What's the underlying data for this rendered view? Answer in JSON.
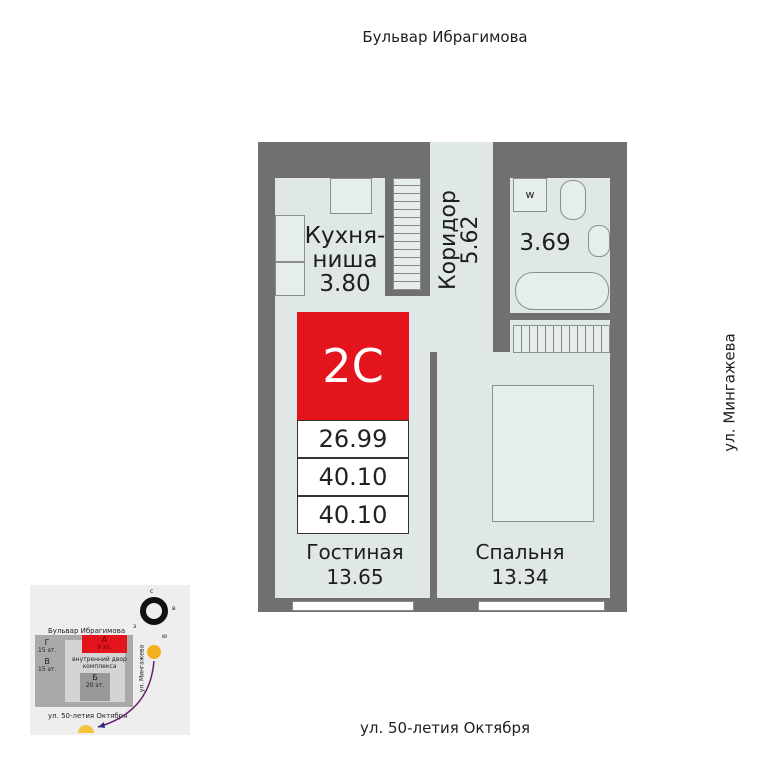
{
  "streets": {
    "north": "Бульвар Ибрагимова",
    "east": "ул. Мингажева",
    "south": "ул. 50-летия Октября"
  },
  "rooms": {
    "kitchen": {
      "name": "Кухня-\nниша",
      "name1": "Кухня-",
      "name2": "ниша",
      "area": "3.80"
    },
    "corridor": {
      "name": "Коридор",
      "area": "5.62"
    },
    "bathroom": {
      "area": "3.69",
      "washer_label": "w"
    },
    "living": {
      "name": "Гостиная",
      "area": "13.65"
    },
    "bedroom": {
      "name": "Спальня",
      "area": "13.34"
    }
  },
  "apartment": {
    "type": "2С",
    "living_area": "26.99",
    "total_area": "40.10",
    "total_area_2": "40.10",
    "accent": "#e3141b"
  },
  "minimap": {
    "street_north": "Бульвар Ибрагимова",
    "street_east": "ул. Мингажева",
    "street_south": "ул. 50-летия Октября",
    "courtyard": "внутренний двор комплекса",
    "buildings": [
      {
        "id": "А",
        "floors": "9 эт."
      },
      {
        "id": "Б",
        "floors": "20 эт."
      },
      {
        "id": "В",
        "floors": "15 эт."
      },
      {
        "id": "Г",
        "floors": "15 эт."
      }
    ],
    "compass": {
      "n": "с",
      "e": "в",
      "s": "ю",
      "w": "з"
    }
  }
}
